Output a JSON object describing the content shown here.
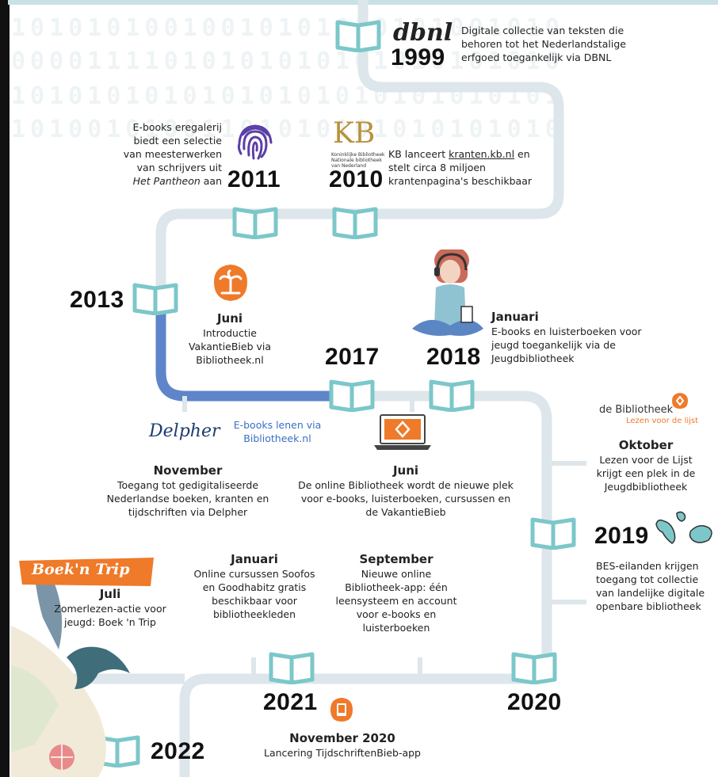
{
  "background_binary": [
    "10101010010010101010101001010",
    "00001111010101010101010101010",
    "10101010101010101010101010101",
    "10100101001101010101010101010"
  ],
  "colors": {
    "path": "#dde6ea",
    "path_highlight": "#5e85c9",
    "book": "#7cc7c9",
    "orange": "#ee7a2a",
    "purple": "#5b3fa6",
    "kb_gold": "#b8913b",
    "blue_text": "#3a6fc4"
  },
  "events": {
    "e1999": {
      "year": "1999",
      "logo": "dbnl",
      "text": "Digitale collectie van teksten die behoren tot het Nederlandstalige erfgoed toegankelijk via DBNL"
    },
    "e2010": {
      "year": "2010",
      "logo_text": "KB",
      "logo_small": "Koninklijke Bibliotheek Nationale bibliotheek van Nederland",
      "text_pre": "KB lanceert ",
      "link": "kranten.kb.nl",
      "text_post": " en stelt circa 8 miljoen krantenpagina's beschikbaar"
    },
    "e2011": {
      "year": "2011",
      "text_l1": "E-books eregalerij",
      "text_l2": "biedt een selectie",
      "text_l3": "van meesterwerken",
      "text_l4": "van schrijvers uit",
      "text_l5_italic": "Het Pantheon",
      "text_l5_rest": " aan"
    },
    "e2013": {
      "year": "2013",
      "month": "Juni",
      "text": "Introductie VakantieBieb via Bibliotheek.nl"
    },
    "e2017": {
      "year": "2017"
    },
    "e2018": {
      "year": "2018",
      "month": "Januari",
      "text": "E-books en luisterboeken voor jeugd toegankelijk via de Jeugdbibliotheek"
    },
    "delpher": {
      "logo": "Delpher",
      "side_text": "E-books lenen via Bibliotheek.nl",
      "month": "November",
      "text": "Toegang tot gedigitaliseerde Nederlandse boeken, kranten en tijdschriften via Delpher"
    },
    "juni": {
      "month": "Juni",
      "text": "De online Bibliotheek wordt de nieuwe plek voor e-books, luisterboeken, cursussen en de VakantieBieb"
    },
    "oktober": {
      "logo_main": "de Bibliotheek",
      "logo_sub": "Lezen voor de lijst",
      "month": "Oktober",
      "text": "Lezen voor de Lijst krijgt een plek in de Jeugdbibliotheek"
    },
    "e2019": {
      "year": "2019",
      "text": "BES-eilanden krijgen toegang tot collectie van landelijke digitale openbare bibliotheek"
    },
    "boektrip": {
      "banner": "Boek'n Trip",
      "month": "Juli",
      "text": "Zomerlezen-actie voor jeugd: Boek 'n Trip"
    },
    "januari2": {
      "month": "Januari",
      "text": "Online cursussen Soofos en Goodhabitz gratis beschikbaar voor bibliotheekleden"
    },
    "september": {
      "month": "September",
      "text": "Nieuwe online Bibliotheek-app: één leensysteem en account voor e-books en luisterboeken"
    },
    "e2021": {
      "year": "2021"
    },
    "e2020": {
      "year": "2020"
    },
    "e2022": {
      "year": "2022"
    },
    "nov2020": {
      "month": "November 2020",
      "text": "Lancering TijdschriftenBieb-app"
    }
  }
}
